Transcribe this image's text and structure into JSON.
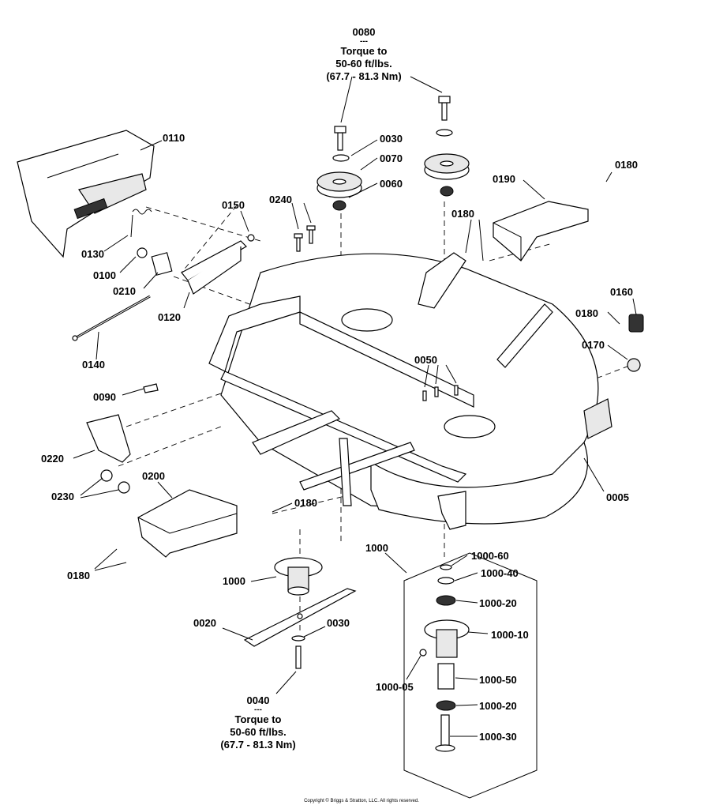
{
  "torque_top": {
    "part": "0080",
    "sep": "---",
    "line1": "Torque to",
    "line2": "50-60 ft/lbs.",
    "line3": "(67.7 - 81.3 Nm)"
  },
  "torque_bottom": {
    "part": "0040",
    "sep": "---",
    "line1": "Torque to",
    "line2": "50-60 ft/lbs.",
    "line3": "(67.7 - 81.3 Nm)"
  },
  "labels": {
    "p0110": "0110",
    "p0030_top": "0030",
    "p0070": "0070",
    "p0060": "0060",
    "p0180_tr": "0180",
    "p0190": "0190",
    "p0150": "0150",
    "p0240": "0240",
    "p0180_mid": "0180",
    "p0130": "0130",
    "p0100": "0100",
    "p0210": "0210",
    "p0120": "0120",
    "p0160": "0160",
    "p0180_r": "0180",
    "p0170": "0170",
    "p0140": "0140",
    "p0050": "0050",
    "p0090": "0090",
    "p0220": "0220",
    "p0230": "0230",
    "p0200": "0200",
    "p0180_b": "0180",
    "p0005": "0005",
    "p0180_bl": "0180",
    "p1000_a": "1000",
    "p1000_b": "1000",
    "p1000_60": "1000-60",
    "p1000_40": "1000-40",
    "p1000_20a": "1000-20",
    "p1000_10": "1000-10",
    "p0020": "0020",
    "p0030_b": "0030",
    "p1000_05": "1000-05",
    "p1000_50": "1000-50",
    "p1000_20b": "1000-20",
    "p1000_30": "1000-30"
  },
  "copyright": "Copyright © Briggs & Stratton, LLC. All rights reserved."
}
